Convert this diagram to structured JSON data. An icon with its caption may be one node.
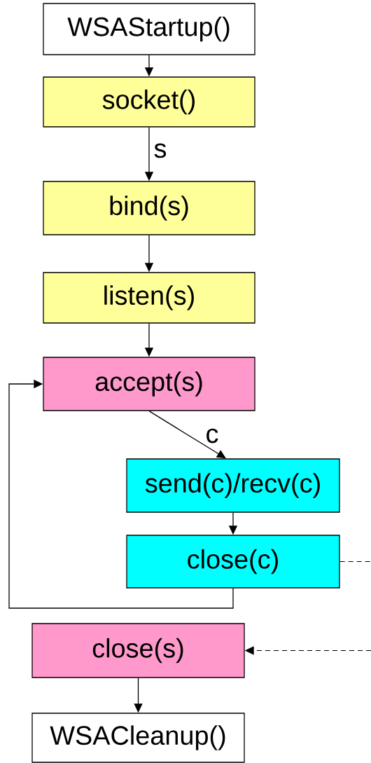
{
  "diagram": {
    "nodes": [
      {
        "text": [
          "WSAStartup()"
        ]
      },
      {
        "text": [
          "socket()"
        ]
      },
      {
        "text": [
          "bind(s)"
        ]
      },
      {
        "text": [
          "listen(s)"
        ]
      },
      {
        "text": [
          "accept(s)"
        ]
      },
      {
        "text": [
          "send(c)/recv(c)"
        ]
      },
      {
        "text": [
          "close(c)"
        ]
      },
      {
        "text": [
          "close(s)"
        ]
      },
      {
        "text": [
          "WSACleanup()"
        ]
      }
    ],
    "edges": [
      {
        "from": 0,
        "to": 1,
        "arrow": "to"
      },
      {
        "from": 1,
        "to": 2,
        "arrow": "to",
        "label": "s"
      },
      {
        "from": 2,
        "to": 3,
        "arrow": "to"
      },
      {
        "from": 3,
        "to": 4,
        "arrow": "to"
      },
      {
        "from": 4,
        "to": 5,
        "arrow": "to",
        "label": "c"
      },
      {
        "from": 5,
        "to": 6,
        "arrow": "to"
      },
      {
        "from": 6,
        "to": 4,
        "arrow": "to"
      },
      {
        "from": 6,
        "to": null,
        "arrow": "none",
        "style": "dashed"
      },
      {
        "from": null,
        "to": 7,
        "arrow": "to",
        "style": "dashed"
      },
      {
        "from": 7,
        "to": 8,
        "arrow": "to"
      }
    ]
  }
}
